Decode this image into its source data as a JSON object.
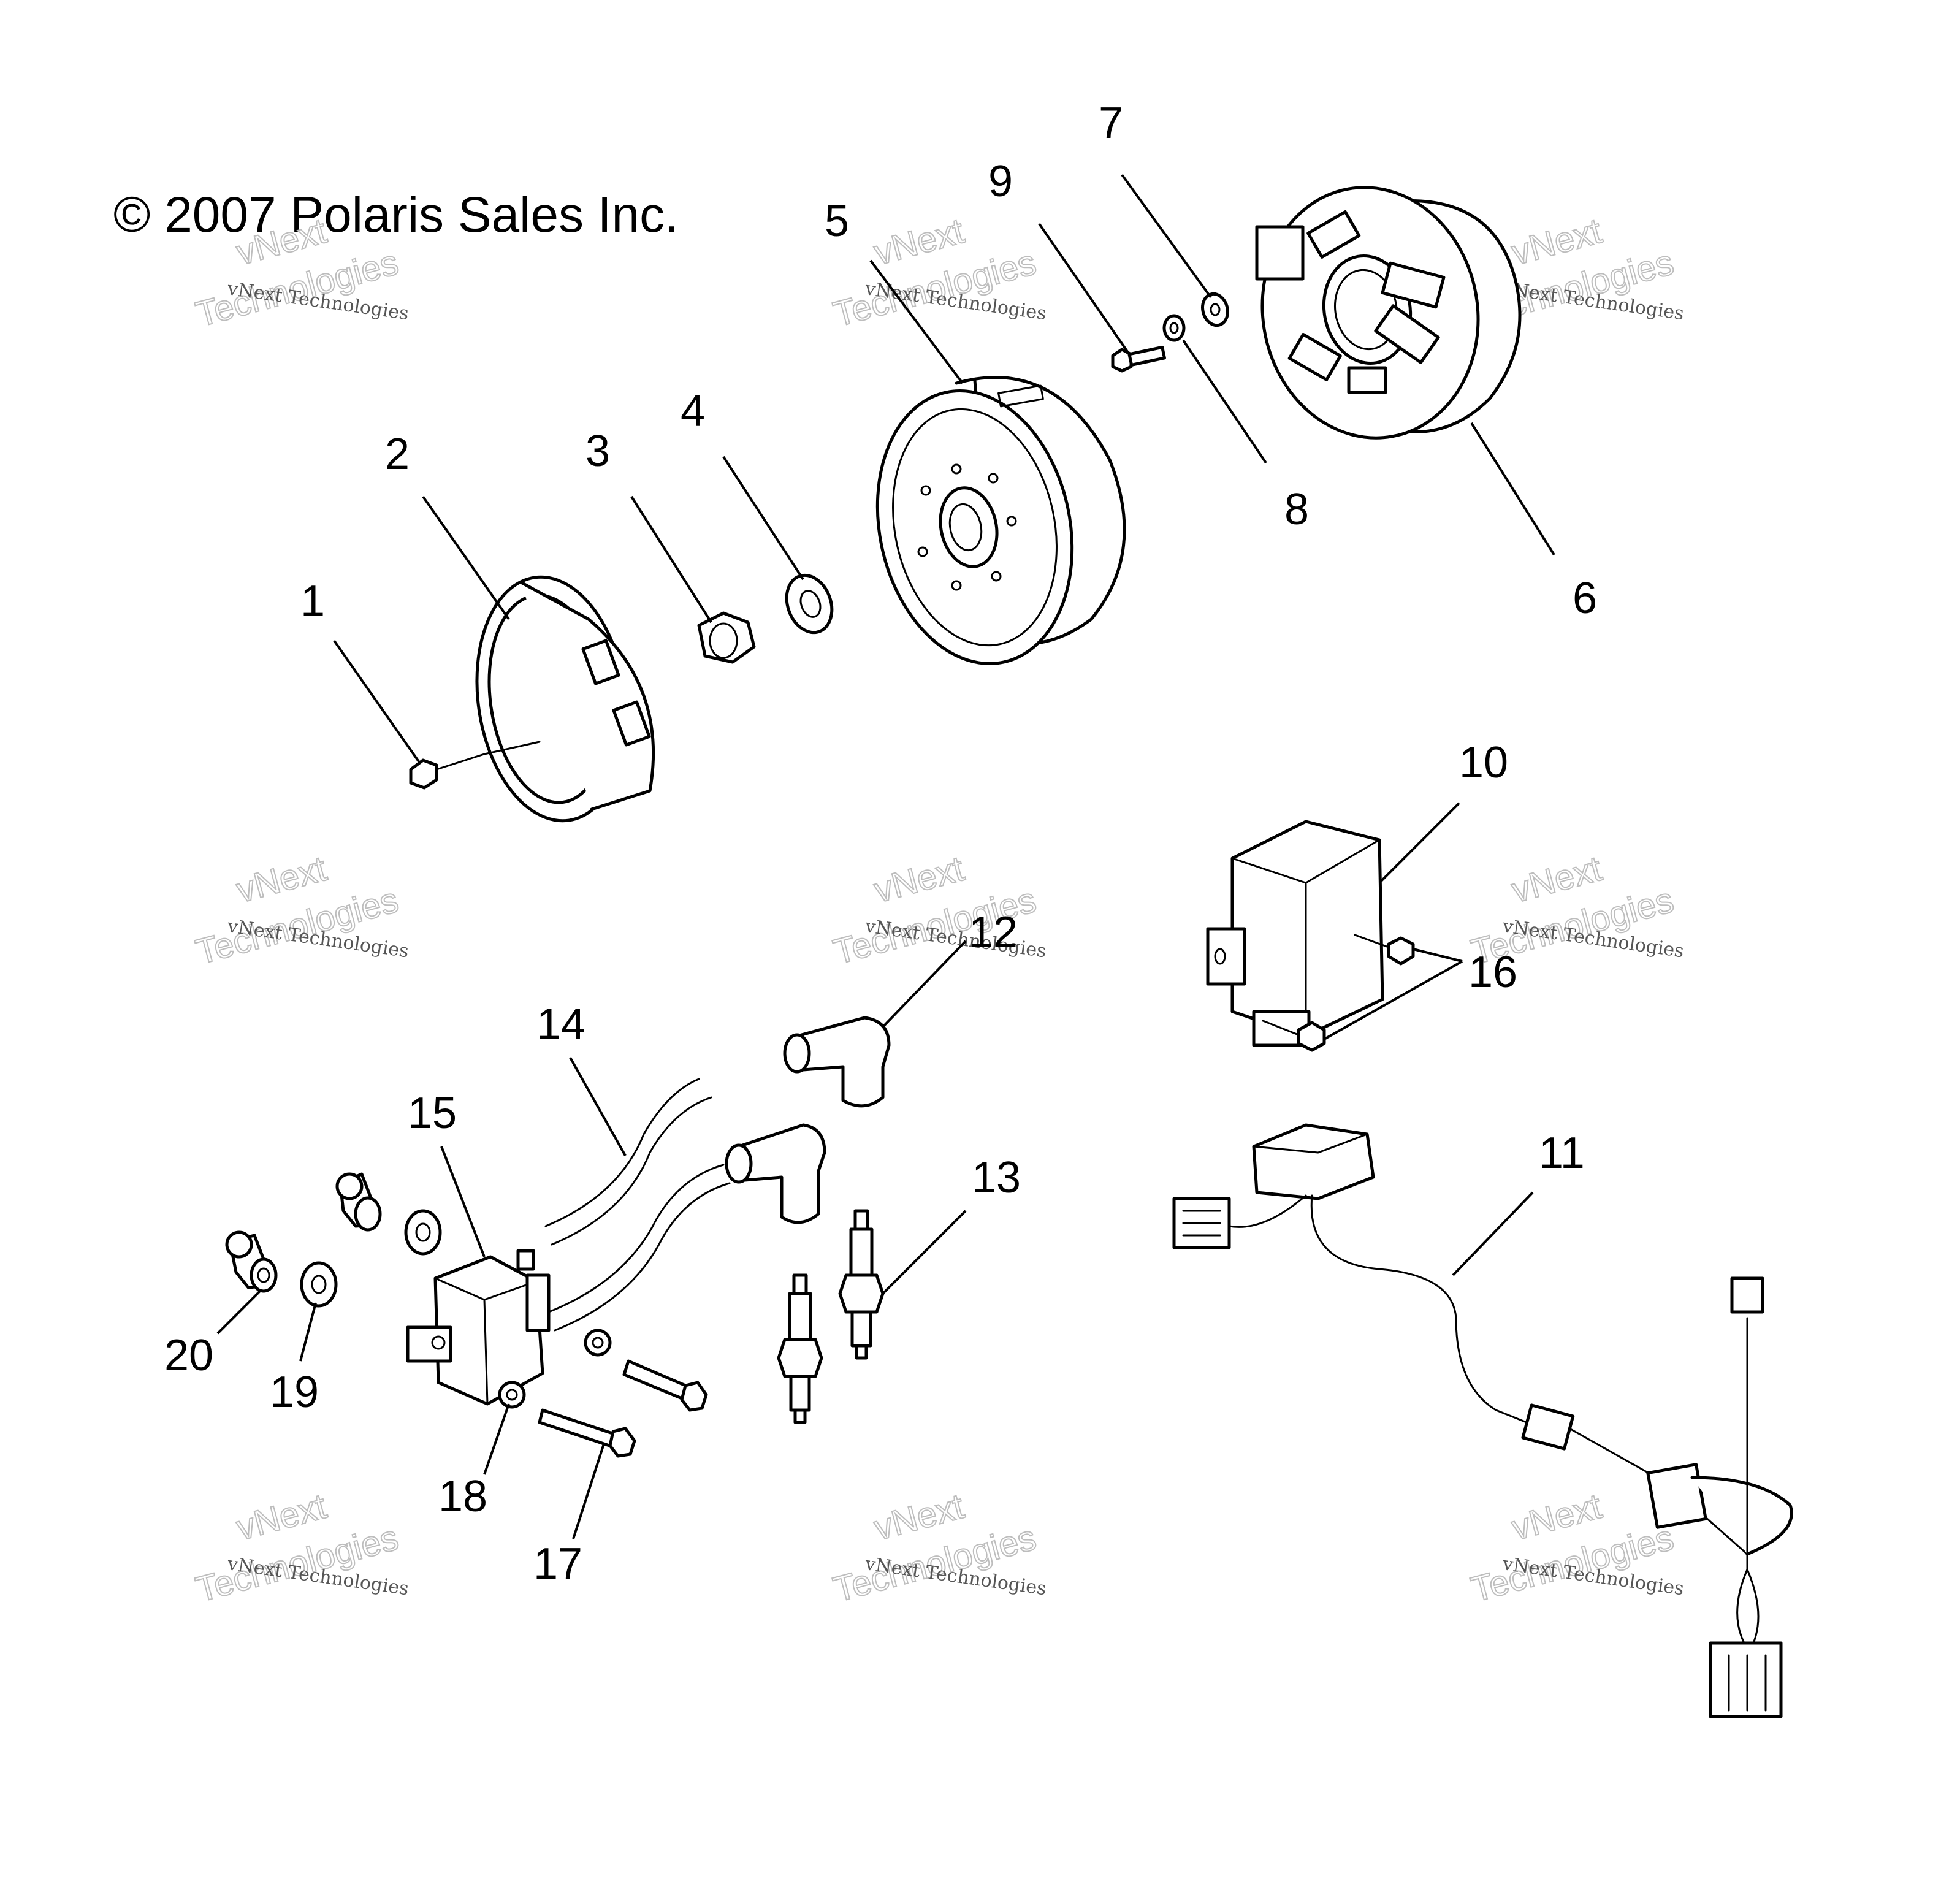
{
  "copyright": "© 2007 Polaris Sales Inc.",
  "watermark": {
    "line_small": "vNext Technologies",
    "line_large_1": "vNext",
    "line_large_2": "Technologies"
  },
  "callouts": [
    {
      "id": "1",
      "label": "1"
    },
    {
      "id": "2",
      "label": "2"
    },
    {
      "id": "3",
      "label": "3"
    },
    {
      "id": "4",
      "label": "4"
    },
    {
      "id": "5",
      "label": "5"
    },
    {
      "id": "6",
      "label": "6"
    },
    {
      "id": "7",
      "label": "7"
    },
    {
      "id": "8",
      "label": "8"
    },
    {
      "id": "9",
      "label": "9"
    },
    {
      "id": "10",
      "label": "10"
    },
    {
      "id": "11",
      "label": "11"
    },
    {
      "id": "12",
      "label": "12"
    },
    {
      "id": "13",
      "label": "13"
    },
    {
      "id": "14",
      "label": "14"
    },
    {
      "id": "15",
      "label": "15"
    },
    {
      "id": "16",
      "label": "16"
    },
    {
      "id": "17",
      "label": "17"
    },
    {
      "id": "18",
      "label": "18"
    },
    {
      "id": "19",
      "label": "19"
    },
    {
      "id": "20",
      "label": "20"
    }
  ]
}
